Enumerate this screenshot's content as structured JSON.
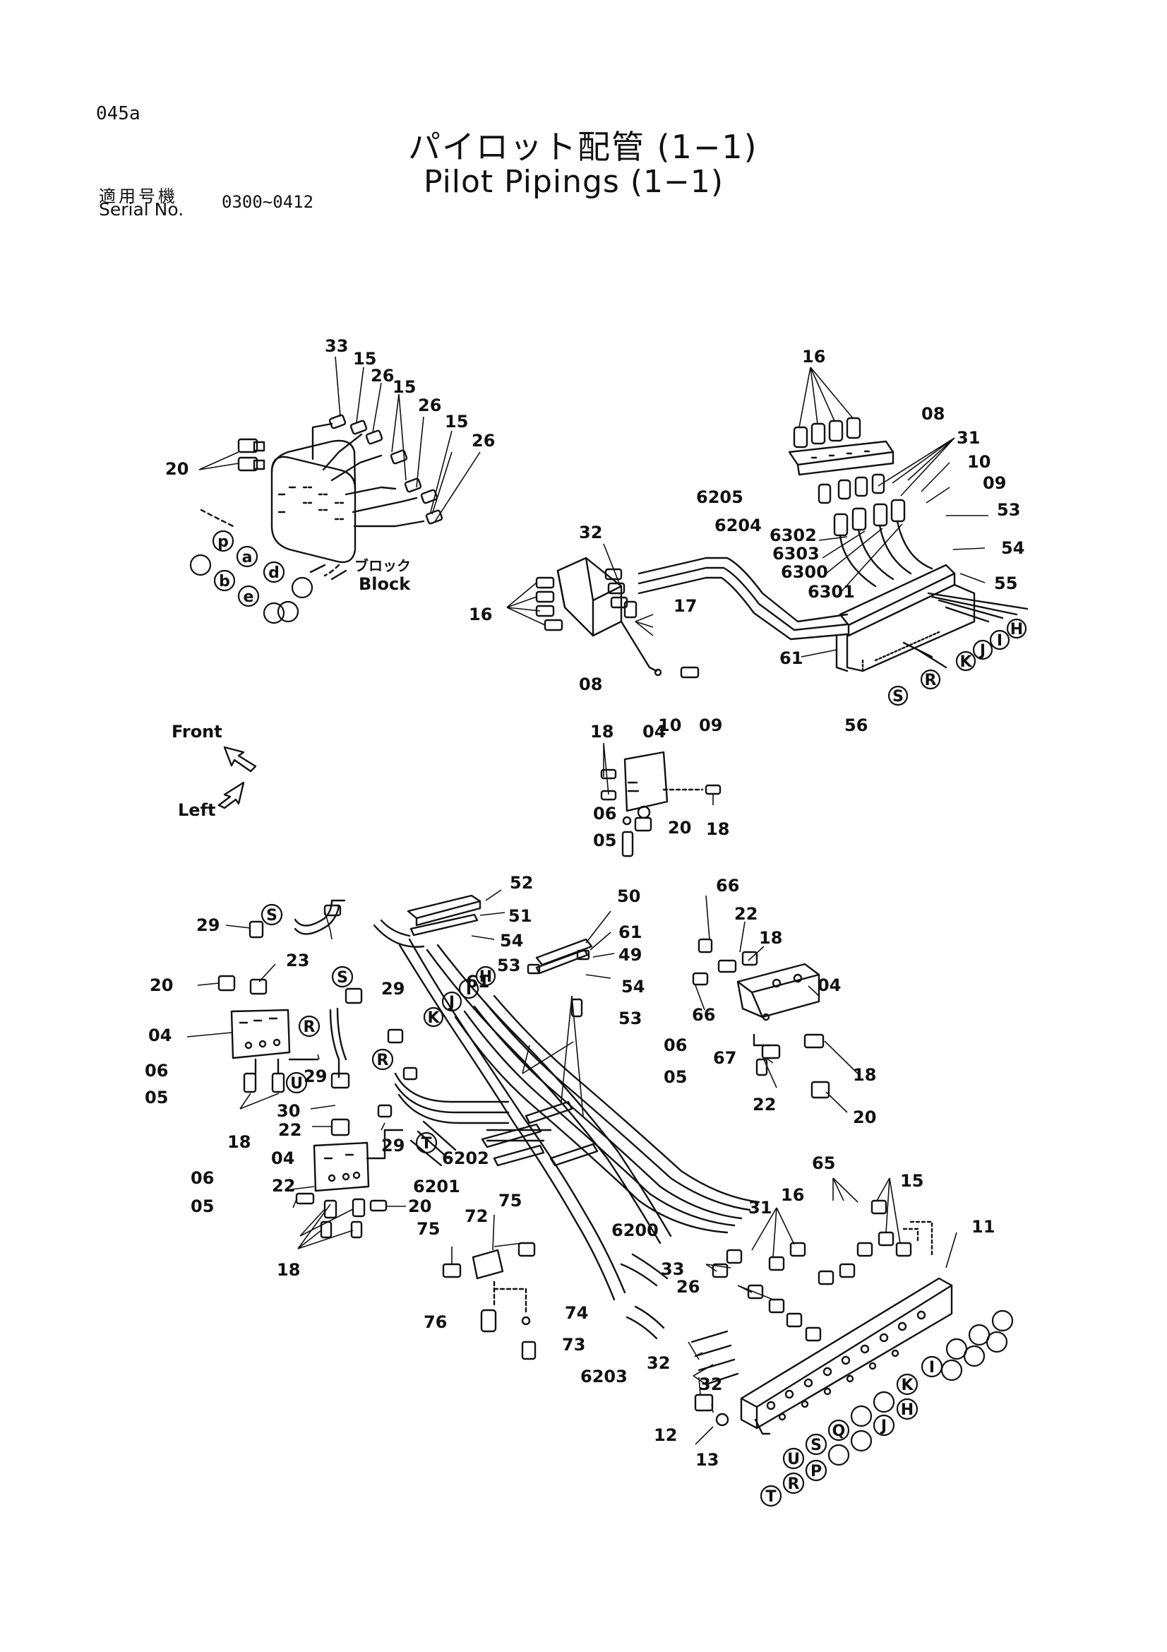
{
  "page_code": "045a",
  "title_jp": "パイロット配管 (1−1)",
  "title_en": "Pilot Pipings (1−1)",
  "serial_label_jp": "適用号機",
  "serial_label_en": "Serial No.",
  "serial_value": "0300∼0412",
  "block_label_jp": "ブロック",
  "block_label_en": "Block",
  "front_label": "Front",
  "left_label": "Left",
  "part_labels": {
    "a33": "33",
    "a15a": "15",
    "a26a": "26",
    "a15b": "15",
    "a26b": "26",
    "a15c": "15",
    "a26c": "26",
    "a20": "20",
    "b16": "16",
    "b08": "08",
    "b31": "31",
    "b10": "10",
    "b09": "09",
    "b53": "53",
    "b54": "54",
    "b55": "55",
    "b6205": "6205",
    "b6204": "6204",
    "b6302": "6302",
    "b6303": "6303",
    "b6300": "6300",
    "b6301": "6301",
    "b32": "32",
    "b16l": "16",
    "b17": "17",
    "b08l": "08",
    "b61": "61",
    "b56": "56",
    "b10l": "10",
    "b09l": "09",
    "c18a": "18",
    "c04": "04",
    "c18b": "18",
    "c06": "06",
    "c05": "05",
    "c20": "20",
    "d52": "52",
    "d51": "51",
    "d54": "54",
    "d53": "53",
    "d50": "50",
    "d61a": "61",
    "d61b": "61",
    "d49": "49",
    "d54b": "54",
    "d53b": "53",
    "e66a": "66",
    "e22": "22",
    "e18": "18",
    "e66b": "66",
    "e04": "04",
    "e06": "06",
    "e67": "67",
    "e05": "05",
    "e18b": "18",
    "e22b": "22",
    "e20": "20",
    "f29a": "29",
    "f23": "23",
    "f20": "20",
    "f29b": "29",
    "f04": "04",
    "f06": "06",
    "f05": "05",
    "f29c": "29",
    "f18": "18",
    "f30": "30",
    "f22": "22",
    "f29d": "29",
    "f04b": "04",
    "f06b": "06",
    "f05b": "05",
    "f22b": "22",
    "f20b": "20",
    "f18b": "18",
    "f6202": "6202",
    "f6201": "6201",
    "g72": "72",
    "g75a": "75",
    "g75b": "75",
    "g76": "76",
    "g74": "74",
    "g73": "73",
    "h6200": "6200",
    "h6203": "6203",
    "h65": "65",
    "h15": "15",
    "h16": "16",
    "h31": "31",
    "h33": "33",
    "h26": "26",
    "h32a": "32",
    "h32b": "32",
    "h11": "11",
    "h12": "12",
    "h13": "13"
  },
  "circle_labels": {
    "p": "p",
    "a": "a",
    "d": "d",
    "b": "b",
    "e": "e",
    "H1": "H",
    "I1": "I",
    "J1": "J",
    "K1": "K",
    "R1": "R",
    "S1": "S",
    "S2": "S",
    "S3": "S",
    "R2": "R",
    "R3": "R",
    "U1": "U",
    "T1": "T",
    "K2": "K",
    "J2": "J",
    "I2": "I",
    "H2": "H",
    "I3": "I",
    "K3": "K",
    "H3": "H",
    "J3": "J",
    "Q1": "Q",
    "S4": "S",
    "U2": "U",
    "P1": "P",
    "R4": "R",
    "T2": "T"
  }
}
